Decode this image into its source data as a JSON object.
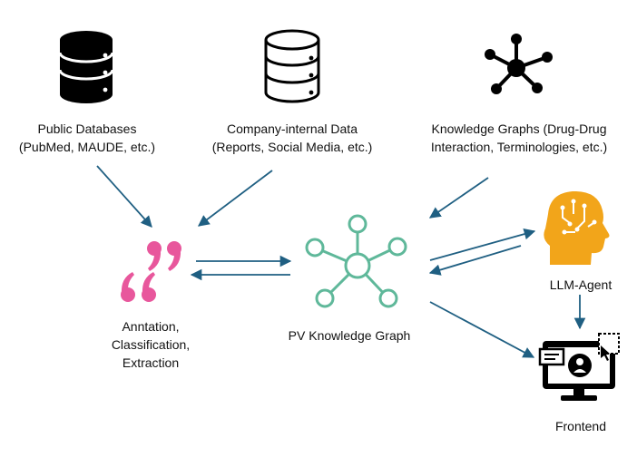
{
  "nodes": {
    "public_db": {
      "label_lines": [
        "Public Databases",
        "(PubMed, MAUDE, etc.)"
      ],
      "icon": "database-icon"
    },
    "company_data": {
      "label_lines": [
        "Company-internal Data",
        "(Reports, Social Media, etc.)"
      ],
      "icon": "database-outline-icon"
    },
    "knowledge_graphs": {
      "label_lines": [
        "Knowledge Graphs (Drug-Drug",
        "Interaction, Terminologies, etc.)"
      ],
      "icon": "network-graph-icon"
    },
    "annotation": {
      "label_lines": [
        "Anntation,",
        "Classification,",
        "Extraction"
      ],
      "icon": "quotation-marks-icon"
    },
    "pv_graph": {
      "label_lines": [
        "PV Knowledge Graph"
      ],
      "icon": "knowledge-graph-icon"
    },
    "llm_agent": {
      "label_lines": [
        "LLM-Agent"
      ],
      "icon": "ai-head-icon"
    },
    "frontend": {
      "label_lines": [
        "Frontend"
      ],
      "icon": "monitor-user-icon"
    }
  },
  "colors": {
    "arrow": "#1f5f82",
    "quote": "#e8579c",
    "graph": "#5fb89a",
    "agent": "#f2a51a",
    "icon_dark": "#000000"
  }
}
